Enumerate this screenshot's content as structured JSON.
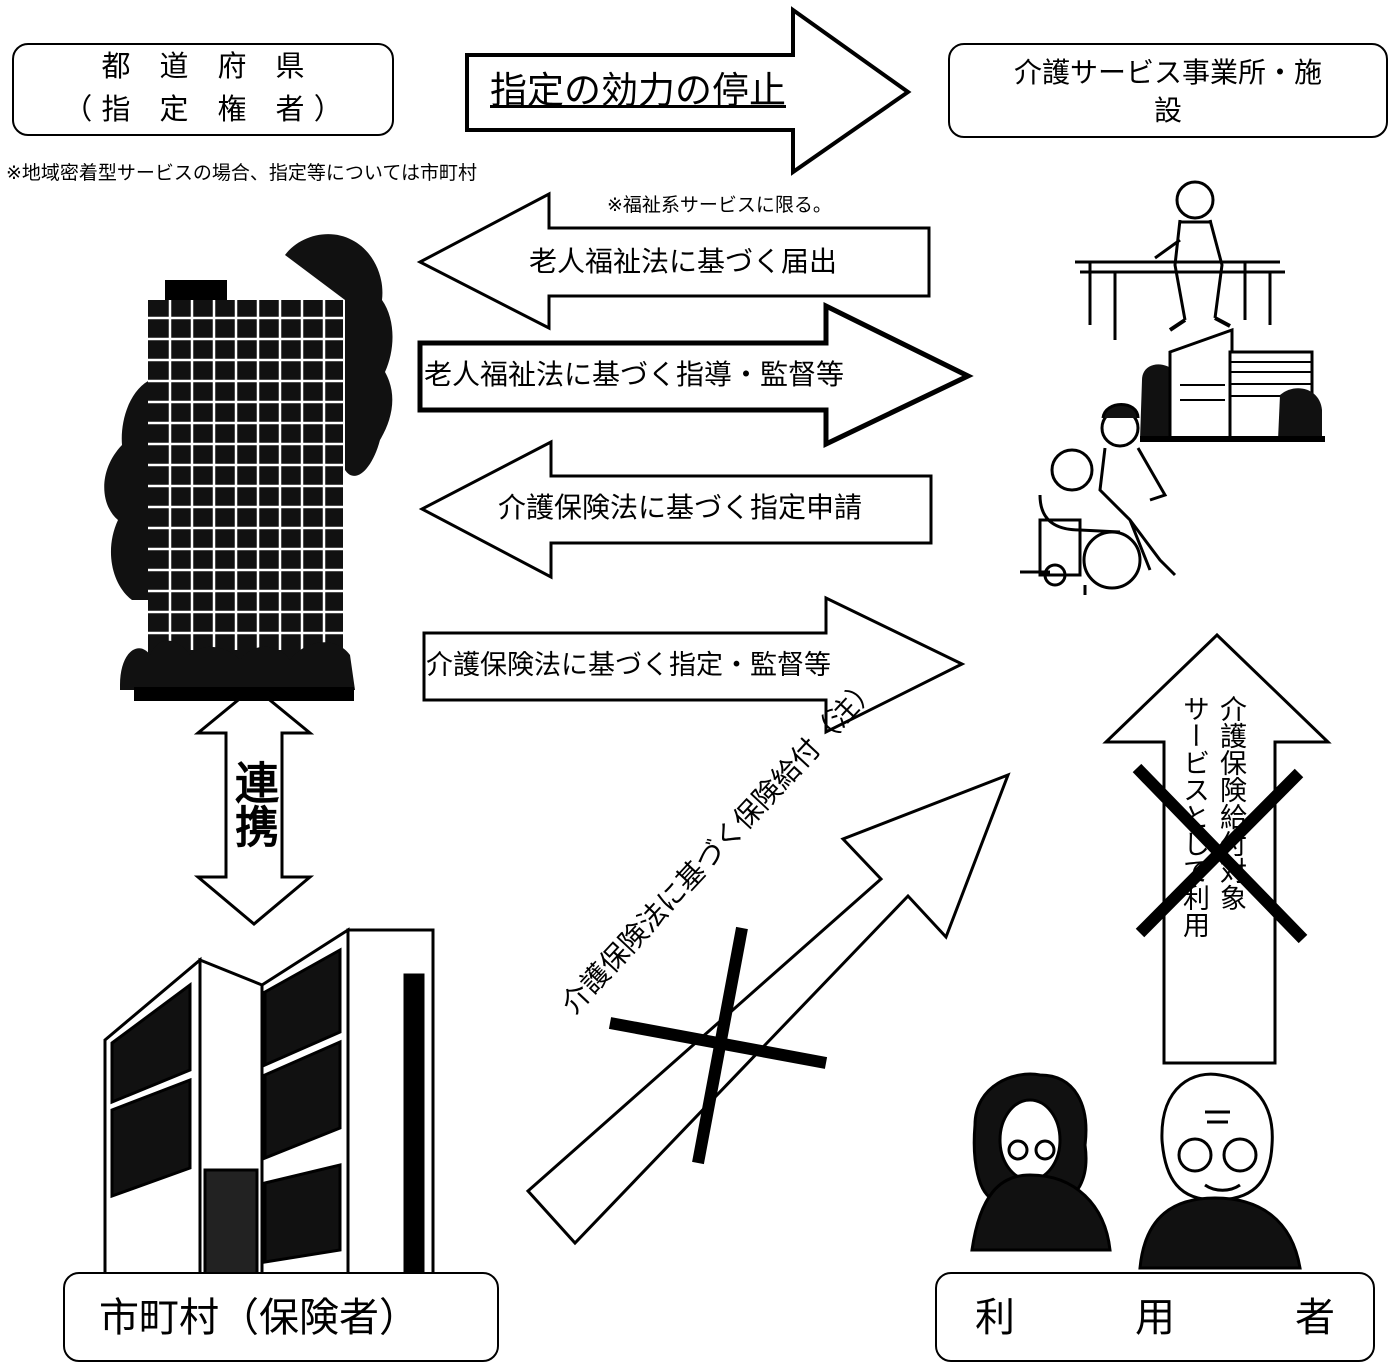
{
  "boxes": {
    "prefecture": {
      "line1": "都　道　府　県",
      "line2": "（ 指　定　権　者 ）"
    },
    "facility": {
      "line1": "介護サービス事業所・施",
      "line2": "設"
    },
    "municipality": "市町村（保険者）",
    "user": "利　　　用　　　者"
  },
  "notes": {
    "community": "※地域密着型サービスの場合、指定等については市町村",
    "welfare_only": "※福祉系サービスに限る。"
  },
  "arrows": {
    "suspension": "指定の効力の停止",
    "welfare_notification": "老人福祉法に基づく届出",
    "welfare_guidance": "老人福祉法に基づく指導・監督等",
    "designation_application": "介護保険法に基づく指定申請",
    "designation_supervision": "介護保険法に基づく指定・監督等",
    "cooperation": "連携",
    "insurance_benefit": "介護保険法に基づく保険給付（注）",
    "user_service_col1": "サービスとして利用",
    "user_service_col2": "介護保険給付対象"
  }
}
